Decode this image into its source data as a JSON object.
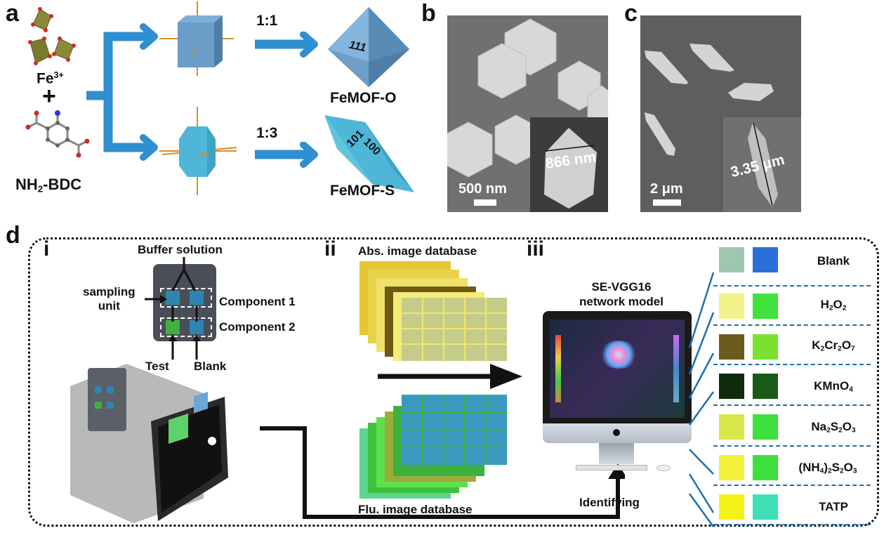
{
  "panels": {
    "a": {
      "letter": "a",
      "reactant1": "Fe",
      "reactant1_charge": "3+",
      "plus": "+",
      "reactant2_pre": "NH",
      "reactant2_sub": "2",
      "reactant2_post": "-BDC",
      "ratio_top": "1:1",
      "ratio_bottom": "1:3",
      "product_top": "FeMOF-O",
      "product_bottom": "FeMOF-S",
      "facet_top": "111",
      "facet_bottom_1": "101",
      "facet_bottom_2": "100",
      "arrow_color": "#2f8fd0"
    },
    "b": {
      "letter": "b",
      "scale_bar": "500 nm",
      "inset_measure": "866 nm"
    },
    "c": {
      "letter": "c",
      "scale_bar": "2 μm",
      "inset_measure": "3.35 μm"
    },
    "d": {
      "letter": "d",
      "i": {
        "numeral": "i",
        "buffer": "Buffer solution",
        "sampling_1": "sampling",
        "sampling_2": "unit",
        "component1": "Component 1",
        "component2": "Component 2",
        "test": "Test",
        "blank": "Blank"
      },
      "ii": {
        "numeral": "ii",
        "abs_db": "Abs. image database",
        "flu_db": "Flu. image database"
      },
      "iii": {
        "numeral": "iii",
        "model_1": "SE-VGG16",
        "model_2": "network model",
        "identifying": "Identifying",
        "results": [
          {
            "name": "Blank",
            "abs_color": "#9fc6b0",
            "flu_color": "#2a6fd8"
          },
          {
            "name_html": "H<sub>2</sub>O<sub>2</sub>",
            "name": "H2O2",
            "abs_color": "#f3f28a",
            "flu_color": "#3ee23a"
          },
          {
            "name_html": "K<sub>2</sub>Cr<sub>2</sub>O<sub>7</sub>",
            "name": "K2Cr2O7",
            "abs_color": "#6b5a1e",
            "flu_color": "#7be02e"
          },
          {
            "name_html": "KMnO<sub>4</sub>",
            "name": "KMnO4",
            "abs_color": "#0f2a0c",
            "flu_color": "#195a16"
          },
          {
            "name_html": "Na<sub>2</sub>S<sub>2</sub>O<sub>3</sub>",
            "name": "Na2S2O3",
            "abs_color": "#d8e84a",
            "flu_color": "#3de03c"
          },
          {
            "name_html": "(NH<sub>4</sub>)<sub>2</sub>S<sub>2</sub>O<sub>3</sub>",
            "name": "(NH4)2S2O3",
            "abs_color": "#f2f03a",
            "flu_color": "#3de03c"
          },
          {
            "name": "TATP",
            "abs_color": "#f5f21a",
            "flu_color": "#3fe0b8"
          }
        ]
      }
    }
  }
}
